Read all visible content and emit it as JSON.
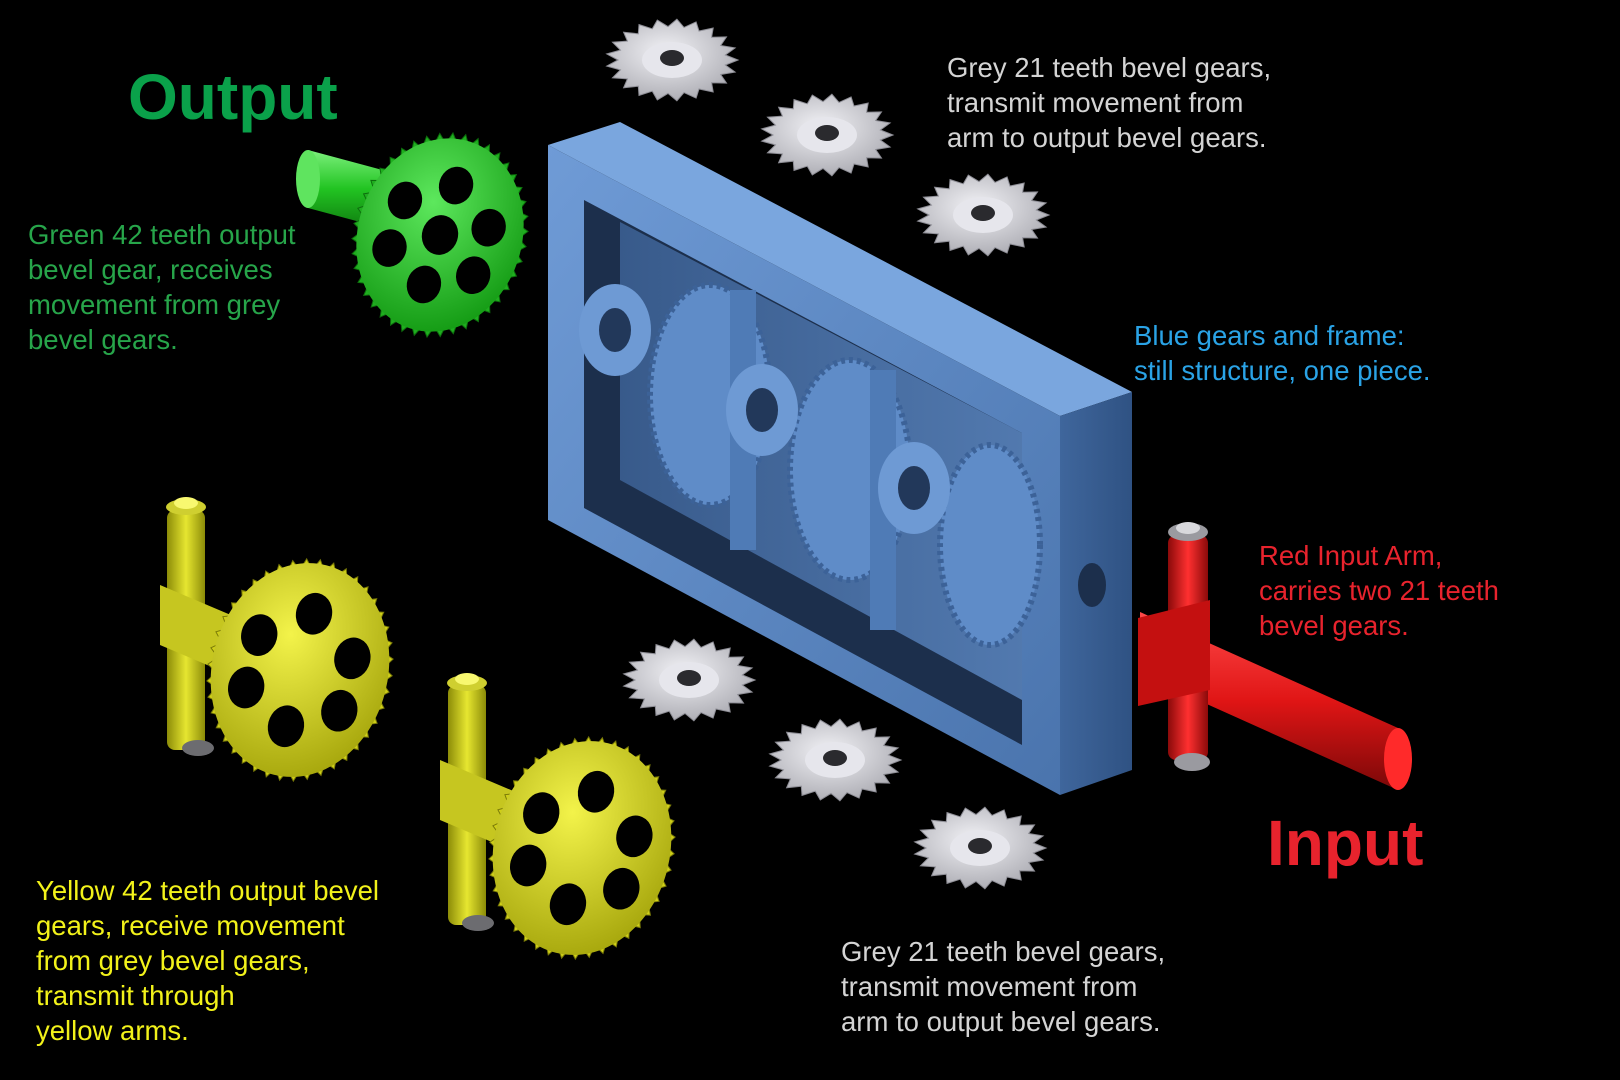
{
  "colors": {
    "background": "#000000",
    "output_green": "#0aa14a",
    "green_text": "#27a54a",
    "grey_text": "#d4d4d4",
    "blue_text": "#2aa3e6",
    "red_text": "#e8232d",
    "yellow_text": "#f2f21a",
    "frame_blue": "#5a87c2",
    "gear_green": "#2cc82c",
    "gear_yellow": "#d9d91a",
    "gear_grey": "#cfcfd4",
    "arm_red": "#e01515"
  },
  "titles": {
    "output": "Output",
    "input": "Input"
  },
  "labels": {
    "grey_top": "Grey 21 teeth bevel gears,\ntransmit movement from\narm to output bevel gears.",
    "green": "Green 42 teeth output\nbevel gear, receives\nmovement from grey\nbevel gears.",
    "blue": "Blue gears and frame:\nstill structure, one piece.",
    "red": "Red Input Arm,\ncarries two 21 teeth\nbevel gears.",
    "yellow": "Yellow 42 teeth output bevel\ngears, receive movement\nfrom grey bevel gears,\ntransmit through\nyellow arms.",
    "grey_bottom": "Grey 21 teeth bevel gears,\ntransmit movement from\narm to output bevel gears."
  },
  "icons": {
    "grey_bevel_gear": "grey-bevel-gear-icon",
    "green_output_gear": "green-output-gear-icon",
    "yellow_output_gear": "yellow-output-gear-icon",
    "blue_frame": "blue-frame-icon",
    "red_input_arm": "red-input-arm-icon"
  }
}
